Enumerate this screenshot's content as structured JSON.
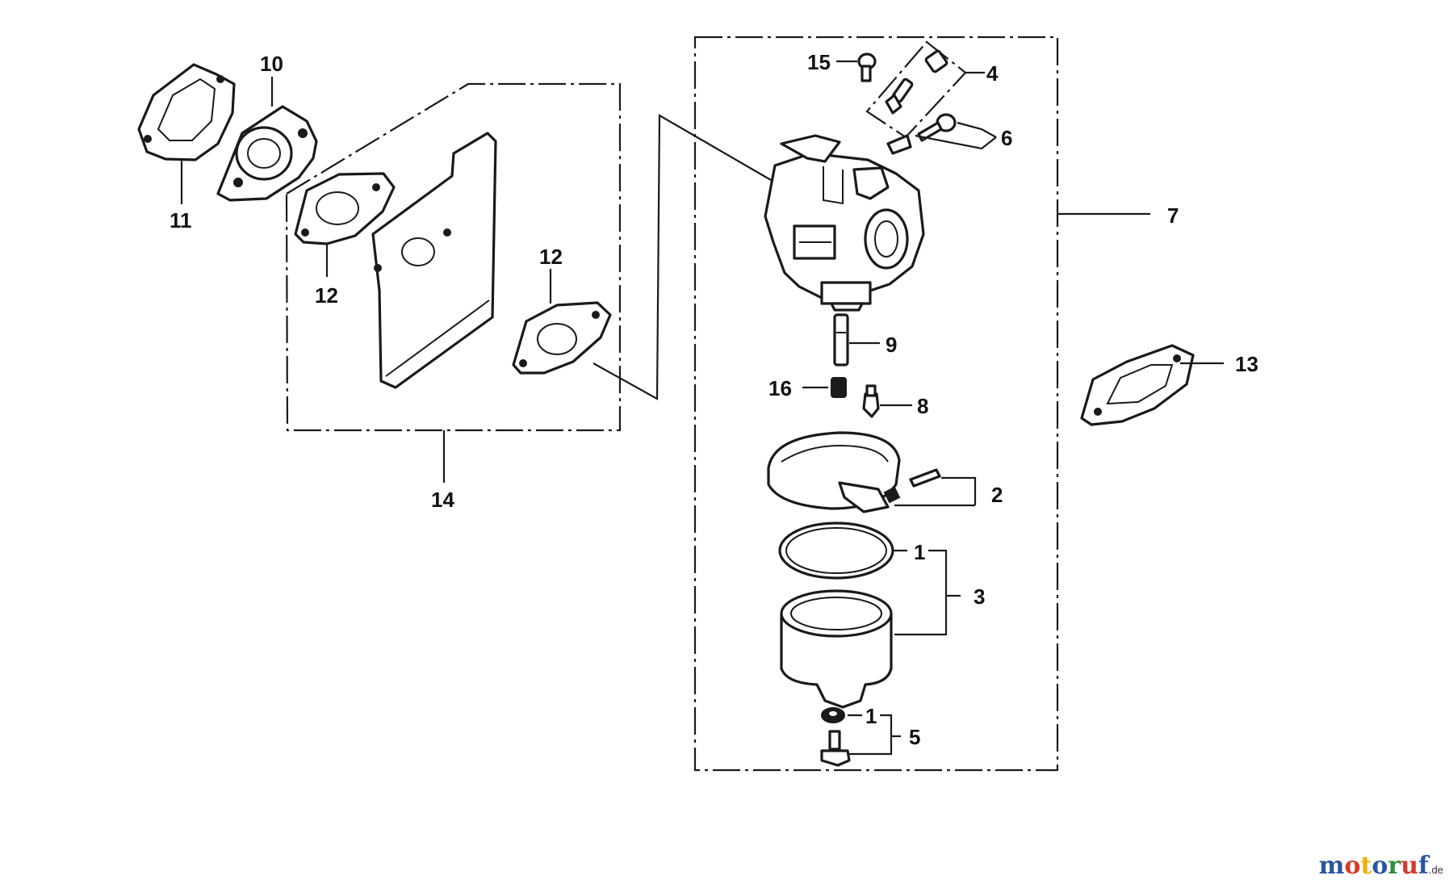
{
  "labels": {
    "l1a": "1",
    "l1b": "1",
    "l2": "2",
    "l3": "3",
    "l4": "4",
    "l5": "5",
    "l6": "6",
    "l7": "7",
    "l8": "8",
    "l9": "9",
    "l10": "10",
    "l11": "11",
    "l12a": "12",
    "l12b": "12",
    "l13": "13",
    "l14": "14",
    "l15": "15",
    "l16": "16"
  },
  "watermark": {
    "letters": [
      "m",
      "o",
      "t",
      "o",
      "r",
      "u",
      "f"
    ],
    "letter_colors": [
      "#2a55a0",
      "#d83a2a",
      "#f0b000",
      "#2a55a0",
      "#2f8f3a",
      "#d83a2a",
      "#2a55a0"
    ],
    "suffix": ".de"
  },
  "colors": {
    "ink": "#1a1a1a",
    "background": "#ffffff"
  }
}
